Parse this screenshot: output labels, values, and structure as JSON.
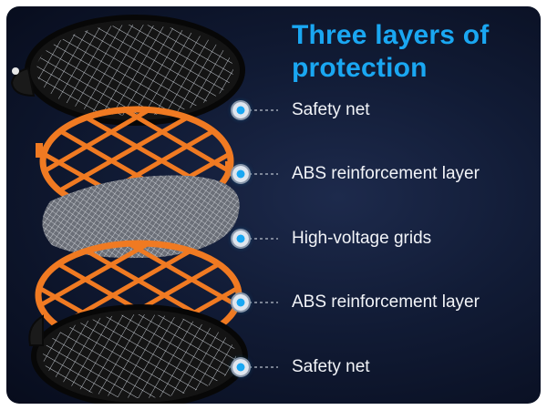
{
  "heading": {
    "line1": "Three layers of",
    "line2": "protection"
  },
  "layers": [
    {
      "label": "Safety net"
    },
    {
      "label": "ABS reinforcement layer"
    },
    {
      "label": "High-voltage grids"
    },
    {
      "label": "ABS reinforcement layer"
    },
    {
      "label": "Safety net"
    }
  ],
  "colors": {
    "title": "#1aa7f2",
    "frame_orange": "#f07a22",
    "frame_black": "#111111",
    "label_text": "#f2f4f8"
  }
}
